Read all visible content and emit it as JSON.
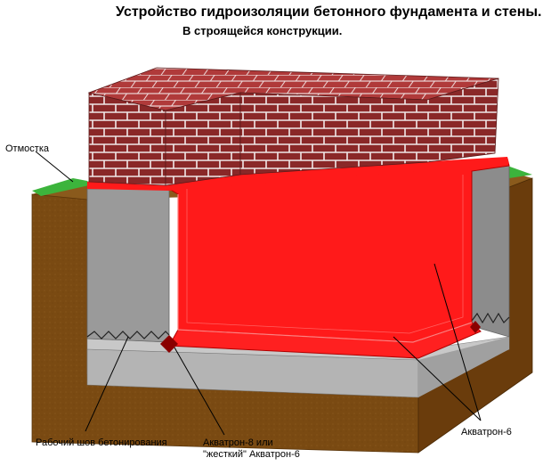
{
  "header": {
    "title": "Устройство гидроизоляции бетонного фундамента и стены.",
    "subtitle": "В строящейся конструкции."
  },
  "labels": {
    "otmostka": "Отмостка",
    "work_seam": "Рабочий шов бетонирования",
    "akvatron8_line1": "Акватрон-8 или",
    "akvatron8_line2": "\"жесткий\" Акватрон-6",
    "akvatron6": "Акватрон-6"
  },
  "colors": {
    "soil": "#7a4a12",
    "concrete": "#9a9a9a",
    "waterproofing": "#ff1a1a",
    "brick": "#8a2a2a",
    "grass": "#3cb43c"
  }
}
